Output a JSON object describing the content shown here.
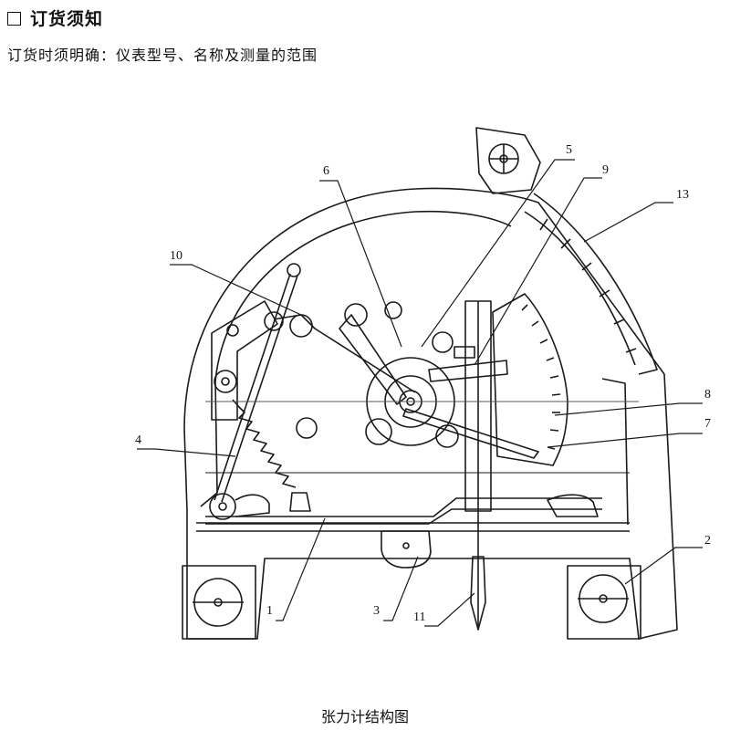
{
  "header": {
    "section_title": "订货须知",
    "ordering_note": "订货时须明确：仪表型号、名称及测量的范围"
  },
  "diagram": {
    "caption": "张力计结构图",
    "labels": {
      "l1": "1",
      "l2": "2",
      "l3": "3",
      "l4": "4",
      "l5": "5",
      "l6": "6",
      "l7": "7",
      "l8": "8",
      "l9": "9",
      "l10": "10",
      "l11": "11",
      "l13": "13"
    }
  }
}
